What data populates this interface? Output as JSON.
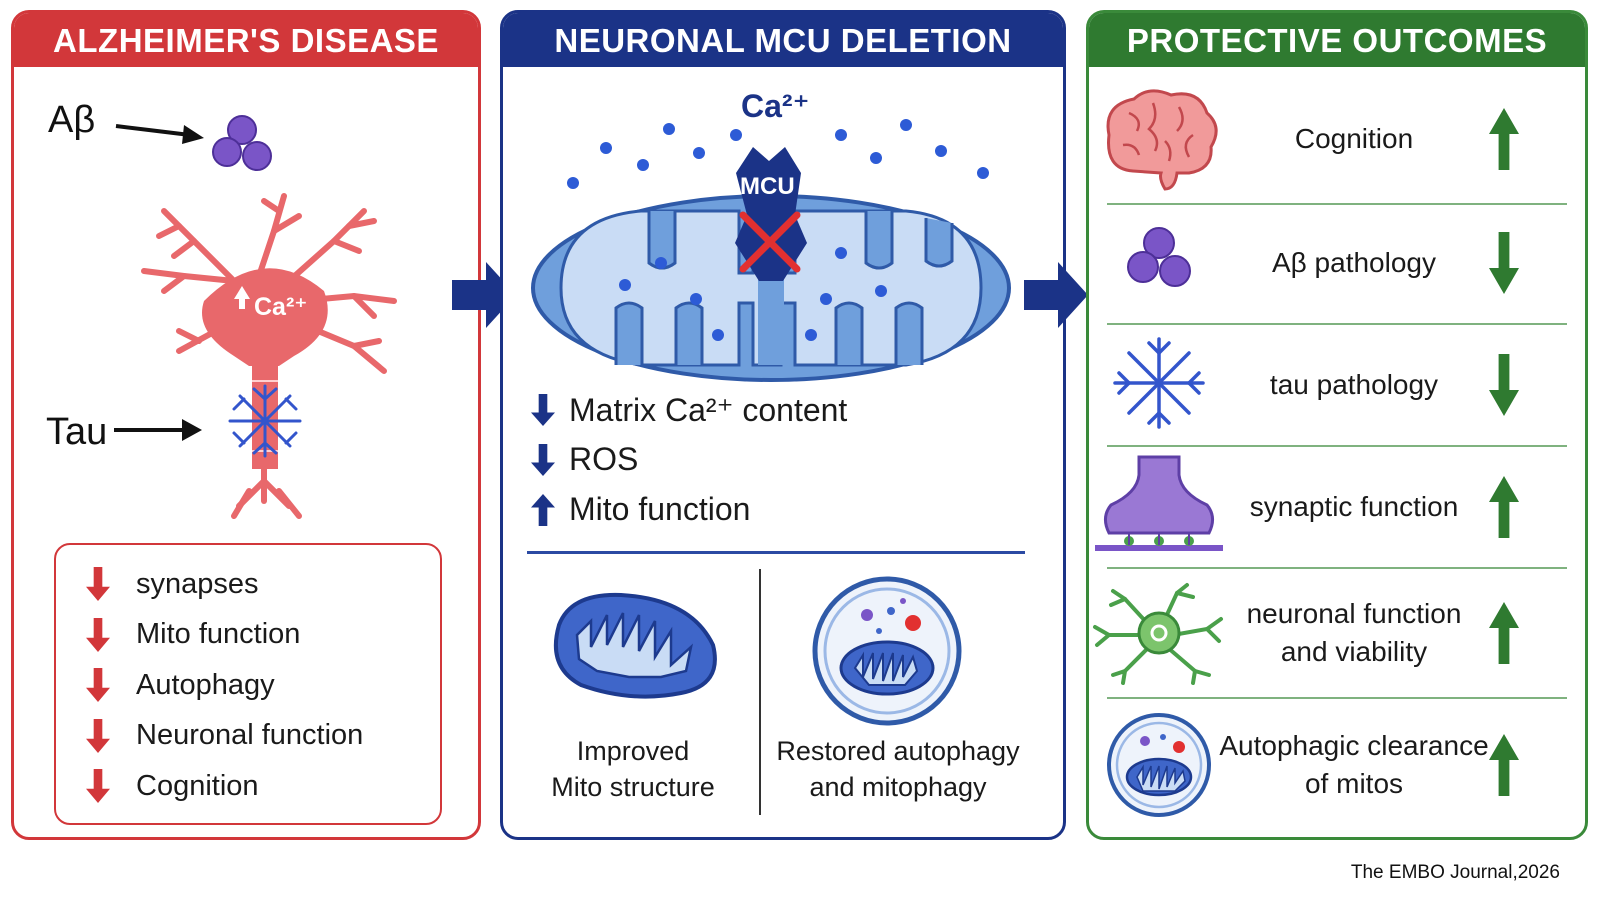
{
  "panels": {
    "alzheimers": {
      "title": "ALZHEIMER'S DISEASE",
      "abeta_label": "Aβ",
      "tau_label": "Tau",
      "neuron_ca_label": "Ca²⁺",
      "effects": [
        "synapses",
        "Mito function",
        "Autophagy",
        "Neuronal function",
        "Cognition"
      ],
      "effect_direction": "down"
    },
    "mcu_deletion": {
      "title": "NEURONAL MCU DELETION",
      "ca_label": "Ca²⁺",
      "mcu_label": "MCU",
      "effects": [
        {
          "direction": "down",
          "text": "Matrix Ca²⁺ content"
        },
        {
          "direction": "down",
          "text": "ROS"
        },
        {
          "direction": "up",
          "text": "Mito function"
        }
      ],
      "captions": {
        "left": [
          "Improved",
          "Mito structure"
        ],
        "right": [
          "Restored autophagy",
          "and mitophagy"
        ]
      }
    },
    "protective": {
      "title": "PROTECTIVE OUTCOMES",
      "outcomes": [
        {
          "icon": "brain-icon",
          "lines": [
            "Cognition"
          ],
          "direction": "up"
        },
        {
          "icon": "abeta-cluster-icon",
          "lines": [
            "Aβ pathology"
          ],
          "direction": "down"
        },
        {
          "icon": "tau-tangle-icon",
          "lines": [
            "tau pathology"
          ],
          "direction": "down"
        },
        {
          "icon": "synapse-icon",
          "lines": [
            "synaptic function"
          ],
          "direction": "up"
        },
        {
          "icon": "neuron-icon",
          "lines": [
            "neuronal function",
            "and viability"
          ],
          "direction": "up"
        },
        {
          "icon": "autophagosome-icon",
          "lines": [
            "Autophagic clearance",
            "of mitos"
          ],
          "direction": "up"
        }
      ]
    }
  },
  "colors": {
    "alzheimers": "#d2373a",
    "mcu": "#1b3387",
    "protective": "#2f7a30",
    "mito_fill": "#6f9fdc",
    "mito_inner": "#c9dcf5"
  },
  "credit": "The EMBO Journal,2026"
}
